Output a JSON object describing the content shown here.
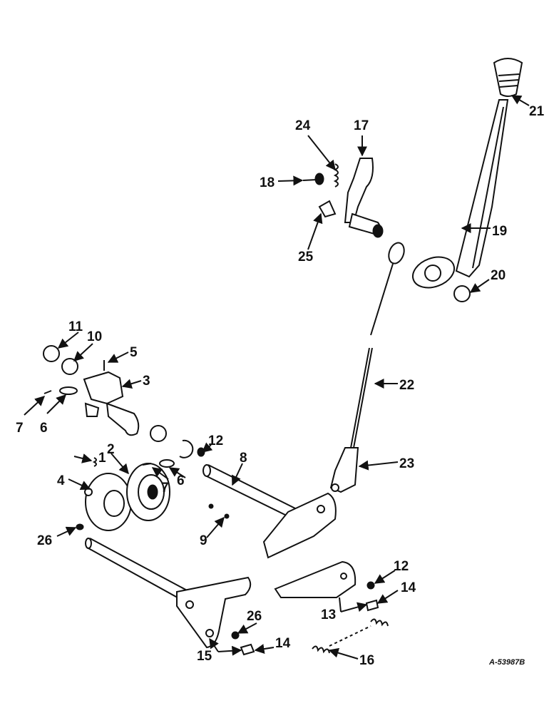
{
  "diagram": {
    "part_code": "A-53987B",
    "callouts": [
      {
        "id": "c1",
        "text": "1"
      },
      {
        "id": "c2",
        "text": "2"
      },
      {
        "id": "c3",
        "text": "3"
      },
      {
        "id": "c4",
        "text": "4"
      },
      {
        "id": "c5",
        "text": "5"
      },
      {
        "id": "c6a",
        "text": "6"
      },
      {
        "id": "c6b",
        "text": "6"
      },
      {
        "id": "c7a",
        "text": "7"
      },
      {
        "id": "c7b",
        "text": "7"
      },
      {
        "id": "c8",
        "text": "8"
      },
      {
        "id": "c9",
        "text": "9"
      },
      {
        "id": "c10",
        "text": "10"
      },
      {
        "id": "c11",
        "text": "11"
      },
      {
        "id": "c12a",
        "text": "12"
      },
      {
        "id": "c12b",
        "text": "12"
      },
      {
        "id": "c13",
        "text": "13"
      },
      {
        "id": "c14a",
        "text": "14"
      },
      {
        "id": "c14b",
        "text": "14"
      },
      {
        "id": "c15",
        "text": "15"
      },
      {
        "id": "c16",
        "text": "16"
      },
      {
        "id": "c17",
        "text": "17"
      },
      {
        "id": "c18",
        "text": "18"
      },
      {
        "id": "c19",
        "text": "19"
      },
      {
        "id": "c20",
        "text": "20"
      },
      {
        "id": "c21",
        "text": "21"
      },
      {
        "id": "c22",
        "text": "22"
      },
      {
        "id": "c23",
        "text": "23"
      },
      {
        "id": "c24",
        "text": "24"
      },
      {
        "id": "c25",
        "text": "25"
      },
      {
        "id": "c26a",
        "text": "26"
      },
      {
        "id": "c26b",
        "text": "26"
      }
    ]
  }
}
